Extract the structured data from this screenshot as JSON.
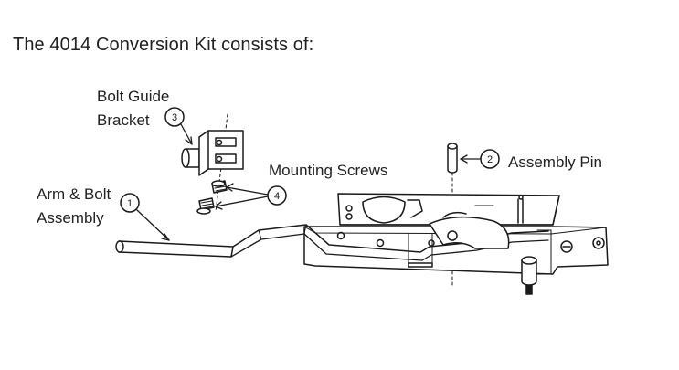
{
  "title": "The 4014 Conversion Kit consists of:",
  "parts": [
    {
      "number": "1",
      "label_line1": "Arm & Bolt",
      "label_line2": "Assembly"
    },
    {
      "number": "2",
      "label_line1": "Assembly Pin",
      "label_line2": ""
    },
    {
      "number": "3",
      "label_line1": "Bolt Guide",
      "label_line2": "Bracket"
    },
    {
      "number": "4",
      "label_line1": "Mounting Screws",
      "label_line2": ""
    }
  ],
  "colors": {
    "line": "#1a1a1a",
    "fill": "#ffffff",
    "text": "#222222"
  }
}
